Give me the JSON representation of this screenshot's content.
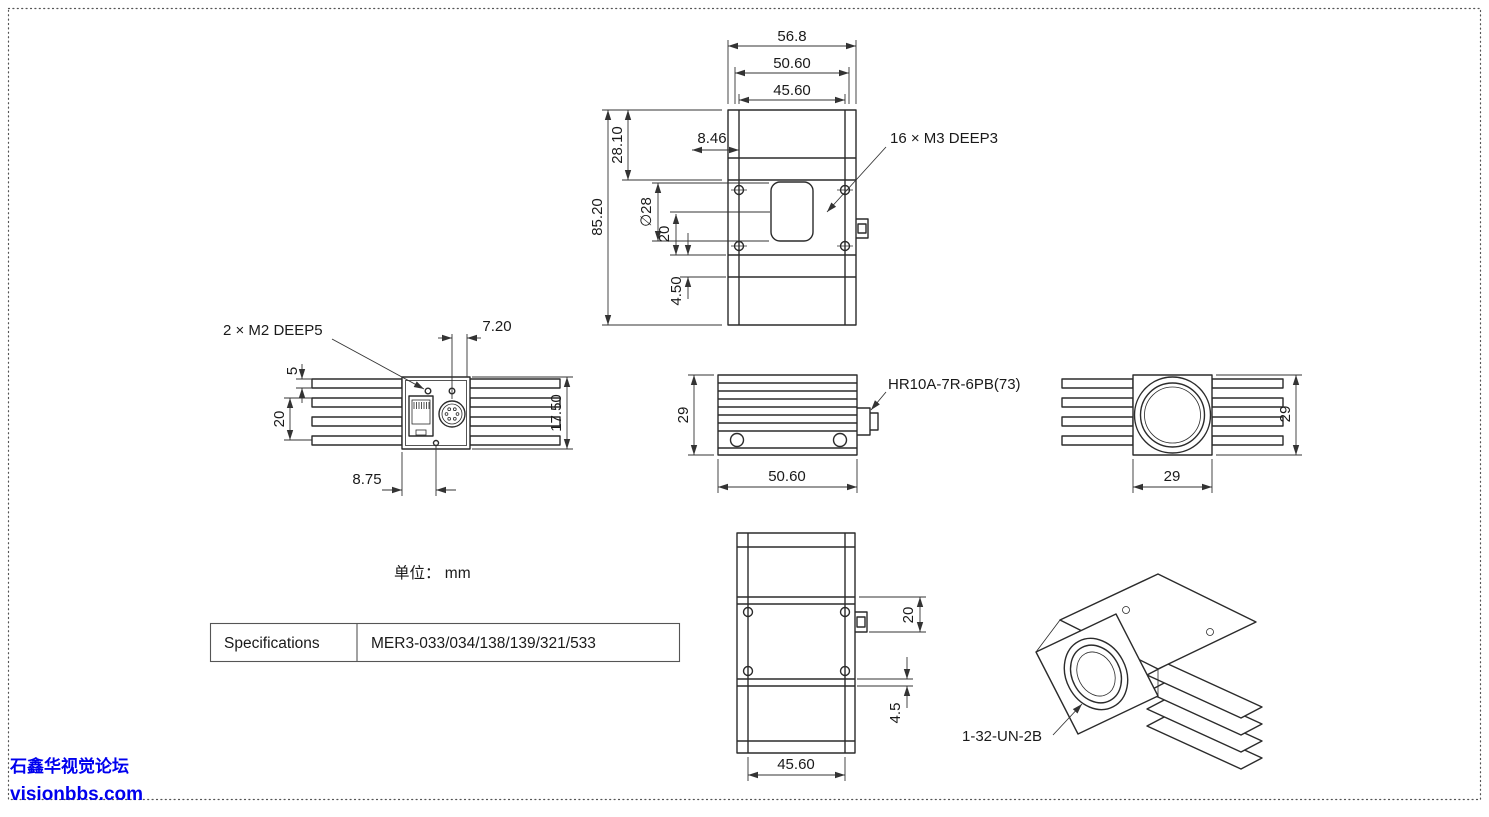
{
  "page": {
    "border_color": "#555555",
    "background": "#ffffff"
  },
  "watermark": {
    "line1": "石鑫华视觉论坛",
    "line2": "visionbbs.com",
    "color": "#0000ee"
  },
  "unit_label": "单位： mm",
  "spec_table": {
    "label": "Specifications",
    "value": "MER3-033/034/138/139/321/533"
  },
  "top_view": {
    "dim_width_outer": "56.8",
    "dim_width_mid": "50.60",
    "dim_width_inner": "45.60",
    "dim_height_total": "85.20",
    "dim_height_upper": "28.10",
    "dim_hole_offset": "8.46",
    "dim_diameter": "∅28",
    "dim_20": "20",
    "dim_4_50": "4.50",
    "note_thread": "16 × M3 DEEP3"
  },
  "rear_view": {
    "note_thread": "2 × M2 DEEP5",
    "dim_5": "5",
    "dim_20": "20",
    "dim_7_20": "7.20",
    "dim_17_50": "17.50",
    "dim_8_75": "8.75"
  },
  "side_view": {
    "dim_height": "29",
    "dim_width": "50.60",
    "note_connector": "HR10A-7R-6PB(73)"
  },
  "front_view": {
    "dim_height": "29",
    "dim_width": "29"
  },
  "bottom_view": {
    "dim_20": "20",
    "dim_4_5": "4.5",
    "dim_width": "45.60"
  },
  "iso_view": {
    "note_thread": "1-32-UN-2B"
  }
}
